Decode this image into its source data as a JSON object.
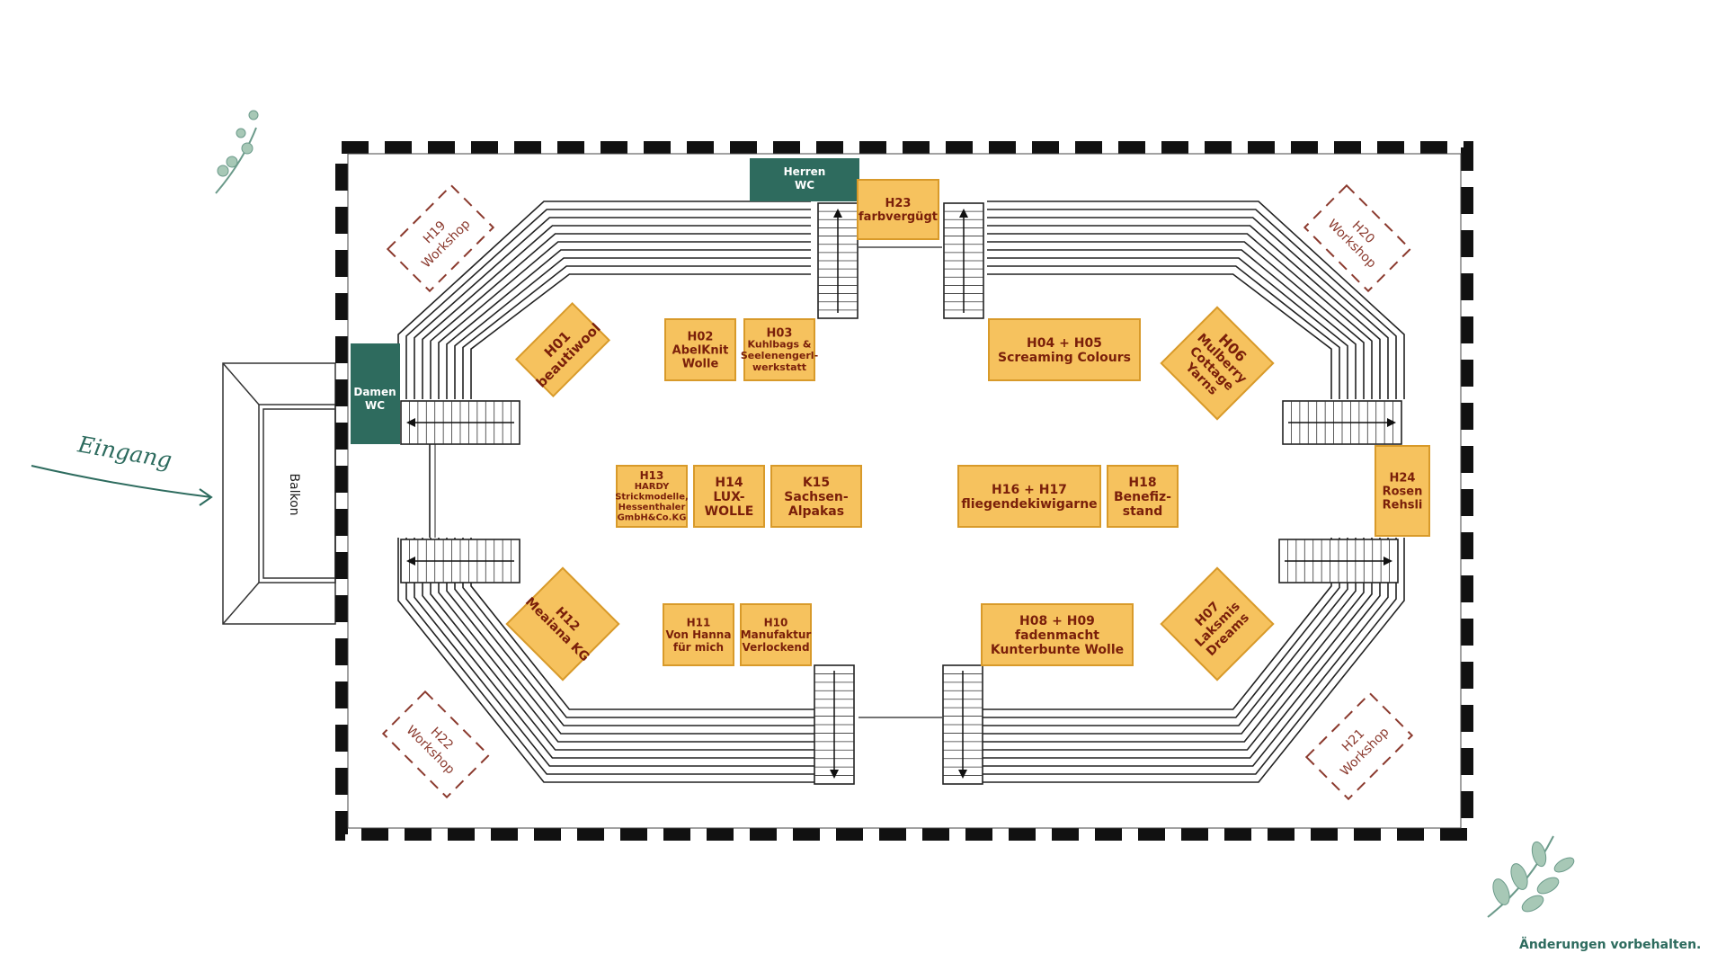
{
  "entrance_label": "Eingang",
  "balcony_label": "Balkon",
  "disclaimer": "Änderungen vorbehalten.",
  "colors": {
    "booth_fill": "#f6c25e",
    "booth_border": "#d89a2a",
    "booth_text": "#7a1f0a",
    "wc_fill": "#2e6b5e",
    "workshop": "#8b3a2e",
    "accent": "#2d6b5e"
  },
  "wc": [
    {
      "id": "herren",
      "lines": [
        "Herren",
        "WC"
      ]
    },
    {
      "id": "damen",
      "lines": [
        "Damen",
        "WC"
      ]
    }
  ],
  "workshops": [
    {
      "id": "H19",
      "lines": [
        "H19",
        "Workshop"
      ]
    },
    {
      "id": "H20",
      "lines": [
        "H20",
        "Workshop"
      ]
    },
    {
      "id": "H21",
      "lines": [
        "H21",
        "Workshop"
      ]
    },
    {
      "id": "H22",
      "lines": [
        "H22",
        "Workshop"
      ]
    }
  ],
  "booths": [
    {
      "id": "H01",
      "lines": [
        "H01",
        "beautiwool"
      ]
    },
    {
      "id": "H02",
      "lines": [
        "H02",
        "AbelKnit",
        "Wolle"
      ]
    },
    {
      "id": "H03",
      "lines": [
        "H03",
        "Kuhlbags &",
        "Seelenengerl-",
        "werkstatt"
      ]
    },
    {
      "id": "H04-H05",
      "lines": [
        "H04 + H05",
        "Screaming Colours"
      ]
    },
    {
      "id": "H06",
      "lines": [
        "H06",
        "Mulberry",
        "Cottage",
        "Yarns"
      ]
    },
    {
      "id": "H07",
      "lines": [
        "H07",
        "Laksmis",
        "Dreams"
      ]
    },
    {
      "id": "H08-H09",
      "lines": [
        "H08 + H09",
        "fadenmacht",
        "Kunterbunte Wolle"
      ]
    },
    {
      "id": "H10",
      "lines": [
        "H10",
        "Manufaktur",
        "Verlockend"
      ]
    },
    {
      "id": "H11",
      "lines": [
        "H11",
        "Von Hanna",
        "für mich"
      ]
    },
    {
      "id": "H12",
      "lines": [
        "H12",
        "Meaiana KG"
      ]
    },
    {
      "id": "H13",
      "lines": [
        "H13",
        "HARDY",
        "Strickmodelle,",
        "Hessenthaler",
        "GmbH&Co.KG"
      ]
    },
    {
      "id": "H14",
      "lines": [
        "H14",
        "LUX-",
        "WOLLE"
      ]
    },
    {
      "id": "K15",
      "lines": [
        "K15",
        "Sachsen-",
        "Alpakas"
      ]
    },
    {
      "id": "H16-H17",
      "lines": [
        "H16 + H17",
        "fliegendekiwigarne"
      ]
    },
    {
      "id": "H18",
      "lines": [
        "H18",
        "Benefiz-",
        "stand"
      ]
    },
    {
      "id": "H23",
      "lines": [
        "H23",
        "farbvergügt"
      ]
    },
    {
      "id": "H24",
      "lines": [
        "H24",
        "Rosen",
        "Rehsli"
      ]
    }
  ]
}
